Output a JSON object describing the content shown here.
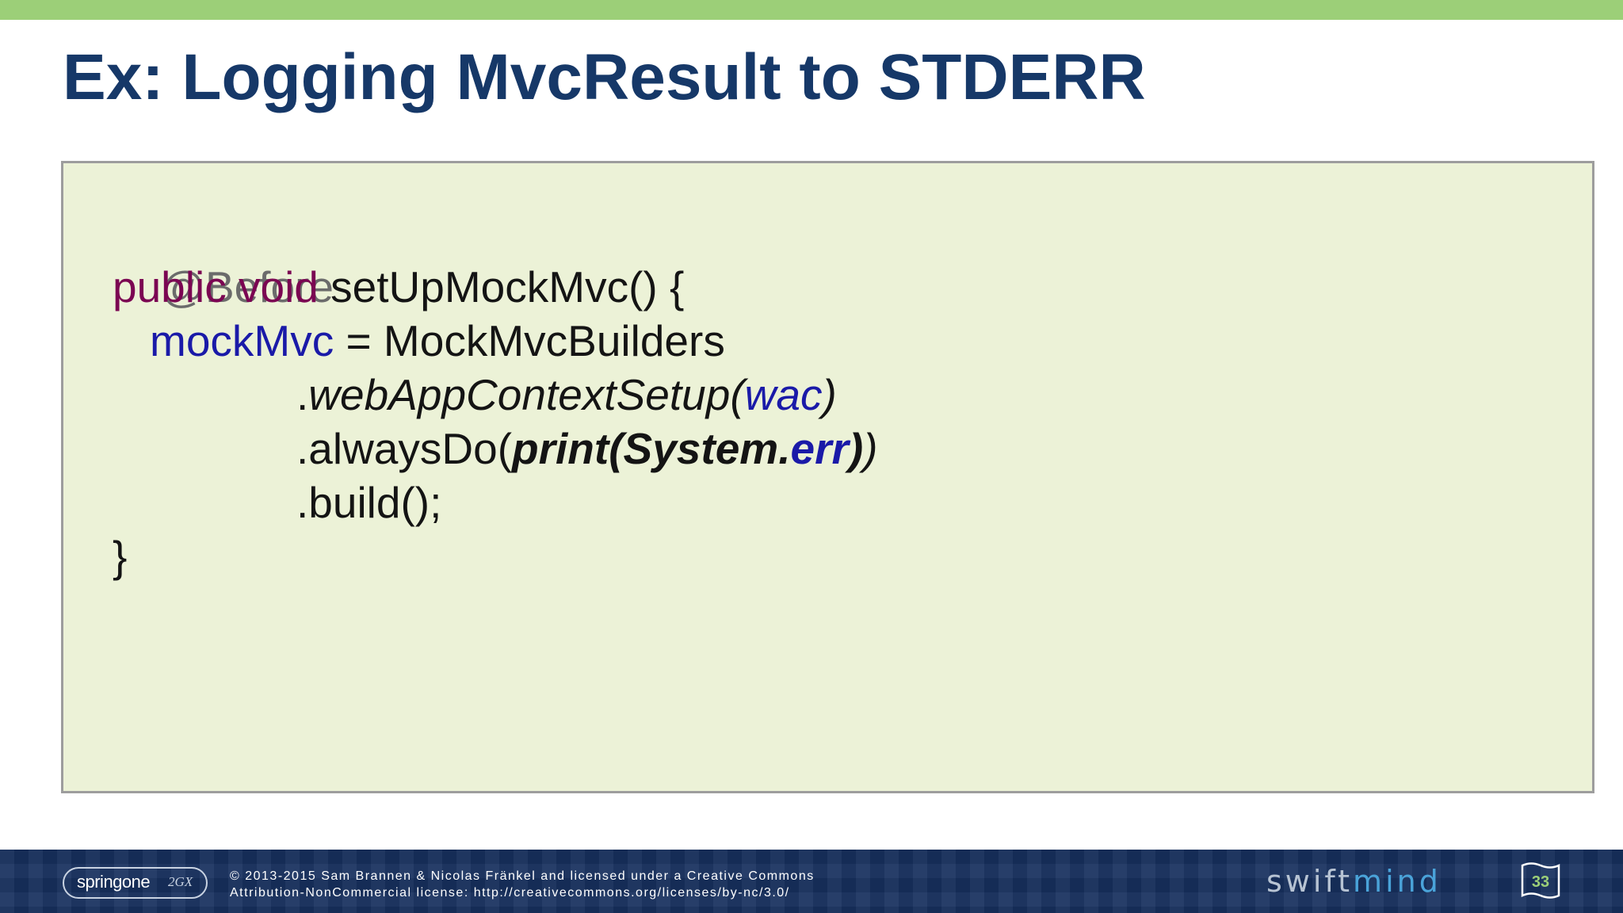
{
  "slide": {
    "title": "Ex: Logging MvcResult to STDERR",
    "page_number": "33"
  },
  "code": {
    "line1": "@Before",
    "line2_kw": "public void",
    "line2_rest": " setUpMockMvc() {",
    "line3_field": "mockMvc",
    "line3_rest": " = MockMvcBuilders",
    "line4_dot": ".",
    "line4_method": "webAppContextSetup(",
    "line4_arg": "wac",
    "line4_close": ")",
    "line5_method": ".alwaysDo(",
    "line5_call": "print(System.",
    "line5_field": "err",
    "line5_inner_close": ")",
    "line5_outer_close": ")",
    "line6": ".build();",
    "line7": "}"
  },
  "footer": {
    "springone_logo": "springone",
    "springone_2gx": "2GX",
    "copyright_line1": "© 2013-2015 Sam Brannen & Nicolas Fränkel and licensed under a Creative Commons",
    "copyright_line2": "Attribution-NonCommercial license: http://creativecommons.org/licenses/by-nc/3.0/",
    "swiftmind_part1": "swift",
    "swiftmind_part2": "mind"
  },
  "colors": {
    "title": "#163868",
    "top_bar": "#9ccf78",
    "code_background": "#ecf2d7",
    "keyword": "#7b0552",
    "field": "#1a1aa8",
    "annotation": "#6b6b6b",
    "footer_background": "#17305e"
  }
}
